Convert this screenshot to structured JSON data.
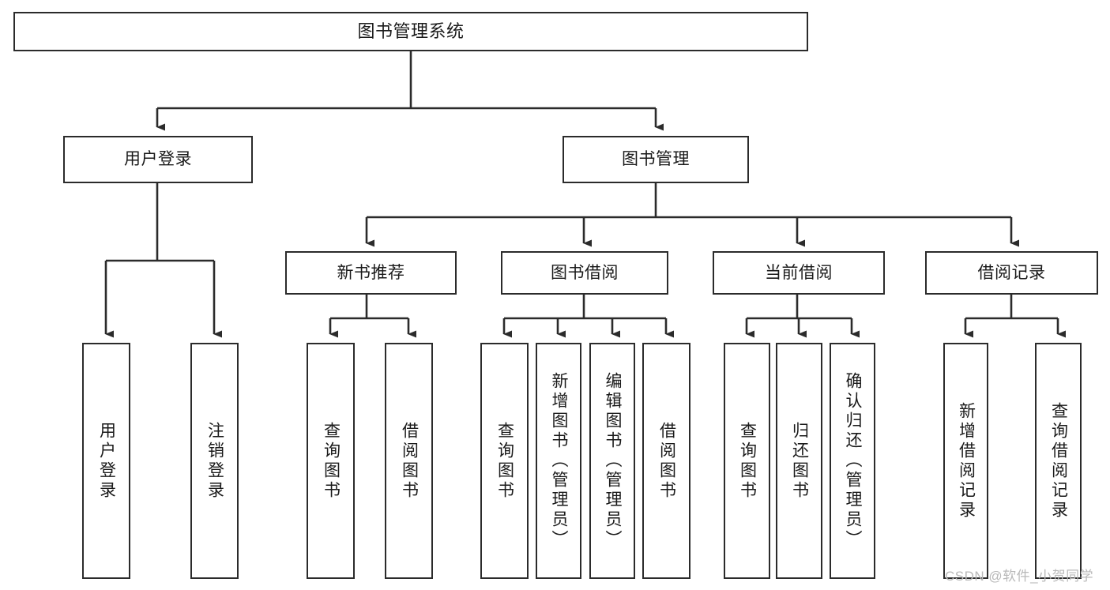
{
  "diagram": {
    "title": "图书管理系统",
    "type": "tree-hierarchy",
    "levels": 4,
    "colors": {
      "stroke": "#2b2b2b",
      "fill": "#ffffff",
      "text": "#1a1a1a",
      "watermark": "#b9b9b9"
    },
    "root": {
      "label": "图书管理系统"
    },
    "level2": [
      {
        "label": "用户登录"
      },
      {
        "label": "图书管理"
      }
    ],
    "level3": [
      {
        "label": "新书推荐"
      },
      {
        "label": "图书借阅"
      },
      {
        "label": "当前借阅"
      },
      {
        "label": "借阅记录"
      }
    ],
    "leaves": {
      "user_login": [
        {
          "label": "用户登录"
        },
        {
          "label": "注销登录"
        }
      ],
      "new_book_recommend": [
        {
          "label": "查询图书"
        },
        {
          "label": "借阅图书"
        }
      ],
      "book_borrow": [
        {
          "label": "查询图书"
        },
        {
          "label": "新增图书（管理员）"
        },
        {
          "label": "编辑图书（管理员）"
        },
        {
          "label": "借阅图书"
        }
      ],
      "current_borrow": [
        {
          "label": "查询图书"
        },
        {
          "label": "归还图书"
        },
        {
          "label": "确认归还（管理员）"
        }
      ],
      "borrow_records": [
        {
          "label": "新增借阅记录"
        },
        {
          "label": "查询借阅记录"
        }
      ]
    },
    "watermark": "CSDN @软件_小贺同学"
  }
}
